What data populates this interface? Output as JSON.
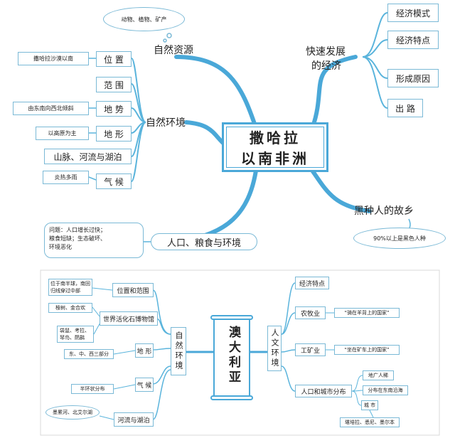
{
  "top": {
    "center": {
      "line1": "撒哈拉",
      "line2": "以南非洲"
    },
    "natural_resources": {
      "label": "自然资源",
      "note": "动物、植物、矿产"
    },
    "economy": {
      "label_line1": "快速发展",
      "label_line2": "的经济",
      "items": [
        "经济模式",
        "经济特点",
        "形成原因",
        "出 路"
      ]
    },
    "environment": {
      "label": "自然环境",
      "items": [
        "位 置",
        "范 围",
        "地 势",
        "地 形",
        "山脉、河流与湖泊",
        "气 候"
      ],
      "notes": {
        "position": "撒哈拉沙漠以南",
        "terrain": "由东南向西北倾斜",
        "landform": "以高原为主",
        "climate": "炎热多雨"
      }
    },
    "race": {
      "label": "黑种人的故乡",
      "note": "90%以上是黑色人种"
    },
    "population": {
      "label": "人口、粮食与环境",
      "note_lines": [
        "问题：人口增长过快；",
        "粮食短缺；生态破坏、",
        "环境恶化"
      ]
    }
  },
  "bottom": {
    "center": "澳大利亚",
    "natural": "自然环境",
    "human": "人文环境",
    "left_items": [
      "位置和范围",
      "世界活化石博物馆",
      "地 形",
      "气 候",
      "河流与湖泊"
    ],
    "left_notes": {
      "position_lines": [
        "位于南半球，南回",
        "归线穿过中部"
      ],
      "fossil_top": "桉树、金合欢",
      "fossil_lines": [
        "袋鼠、考拉、",
        "琴鸟、鸸鹋"
      ],
      "landform": "东、中、西三部分",
      "climate": "半环状分布",
      "rivers": "墨累河、北艾尔湖"
    },
    "right_items": [
      "经济特点",
      "农牧业",
      "工矿业",
      "人口和城市分布"
    ],
    "right_notes": {
      "agri": "“骑在羊背上的国家”",
      "mining": "“坐在矿车上的国家”",
      "pop1": "地广人稀",
      "pop2": "分布在东南沿海",
      "city": "城 市",
      "cities": "堪培拉、悉尼、墨尔本"
    }
  },
  "colors": {
    "line": "#5ab4dc",
    "box": "#7ab9d6",
    "light": "#a8d4ea"
  }
}
